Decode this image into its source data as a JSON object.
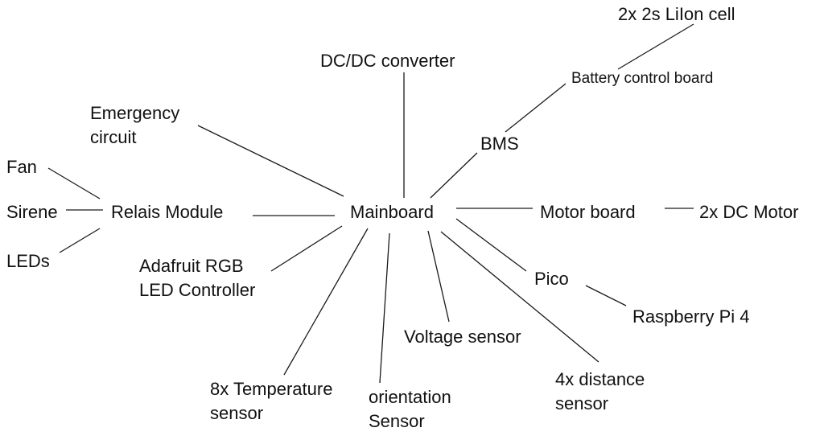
{
  "nodes": {
    "liion": "2x 2s LiIon cell",
    "dcdc": "DC/DC converter",
    "battery_board": "Battery control board",
    "emergency_line1": "Emergency",
    "emergency_line2": "circuit",
    "bms": "BMS",
    "fan": "Fan",
    "sirene": "Sirene",
    "relais": "Relais Module",
    "mainboard": "Mainboard",
    "motor_board": "Motor board",
    "dc_motor": "2x DC Motor",
    "leds": "LEDs",
    "adafruit_line1": "Adafruit RGB",
    "adafruit_line2": "LED Controller",
    "pico": "Pico",
    "raspberry": "Raspberry Pi 4",
    "voltage": "Voltage sensor",
    "temp_line1": "8x Temperature",
    "temp_line2": "sensor",
    "orientation_line1": "orientation",
    "orientation_line2": "Sensor",
    "distance_line1": "4x distance",
    "distance_line2": "sensor"
  }
}
